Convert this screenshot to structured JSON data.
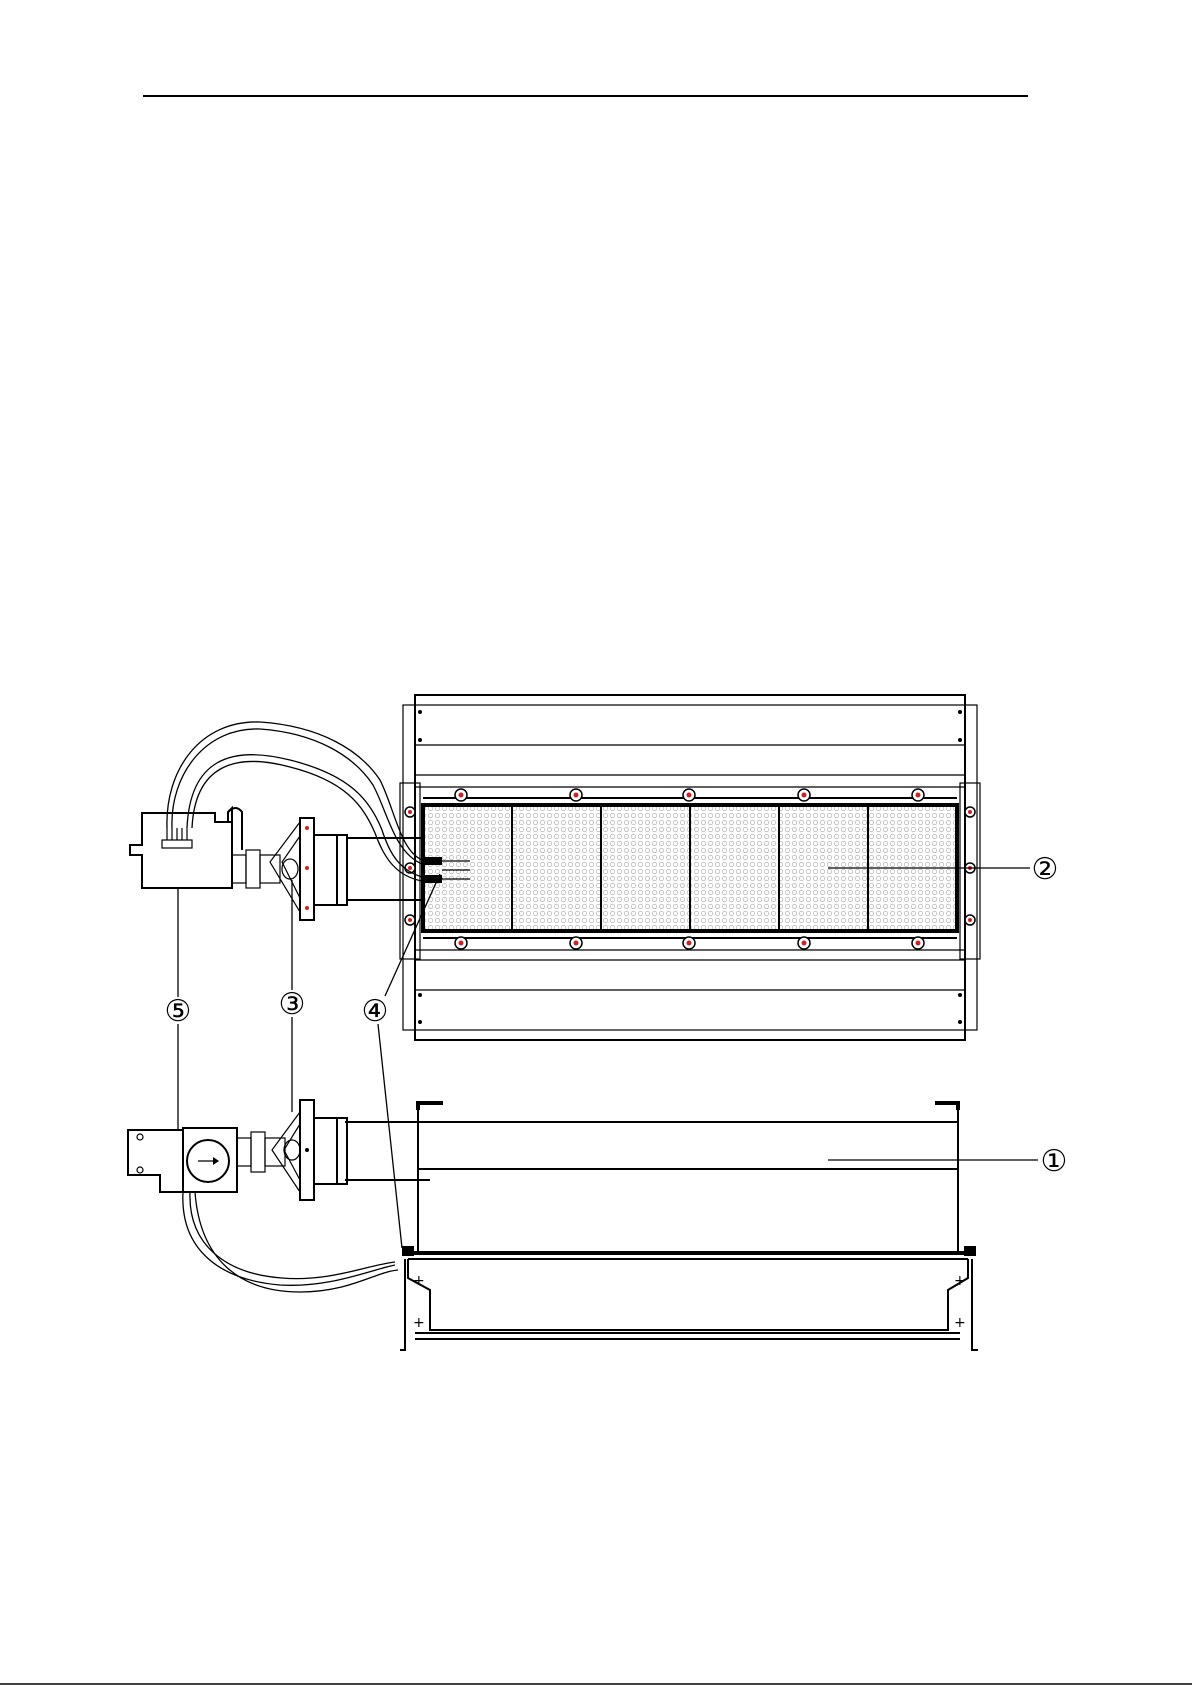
{
  "callouts": {
    "c1": "①",
    "c2": "②",
    "c3": "③",
    "c4": "④",
    "c5": "⑤"
  },
  "colors": {
    "line": "#000000",
    "bolt": "#cc2222",
    "mesh": "#c8c8c8"
  }
}
